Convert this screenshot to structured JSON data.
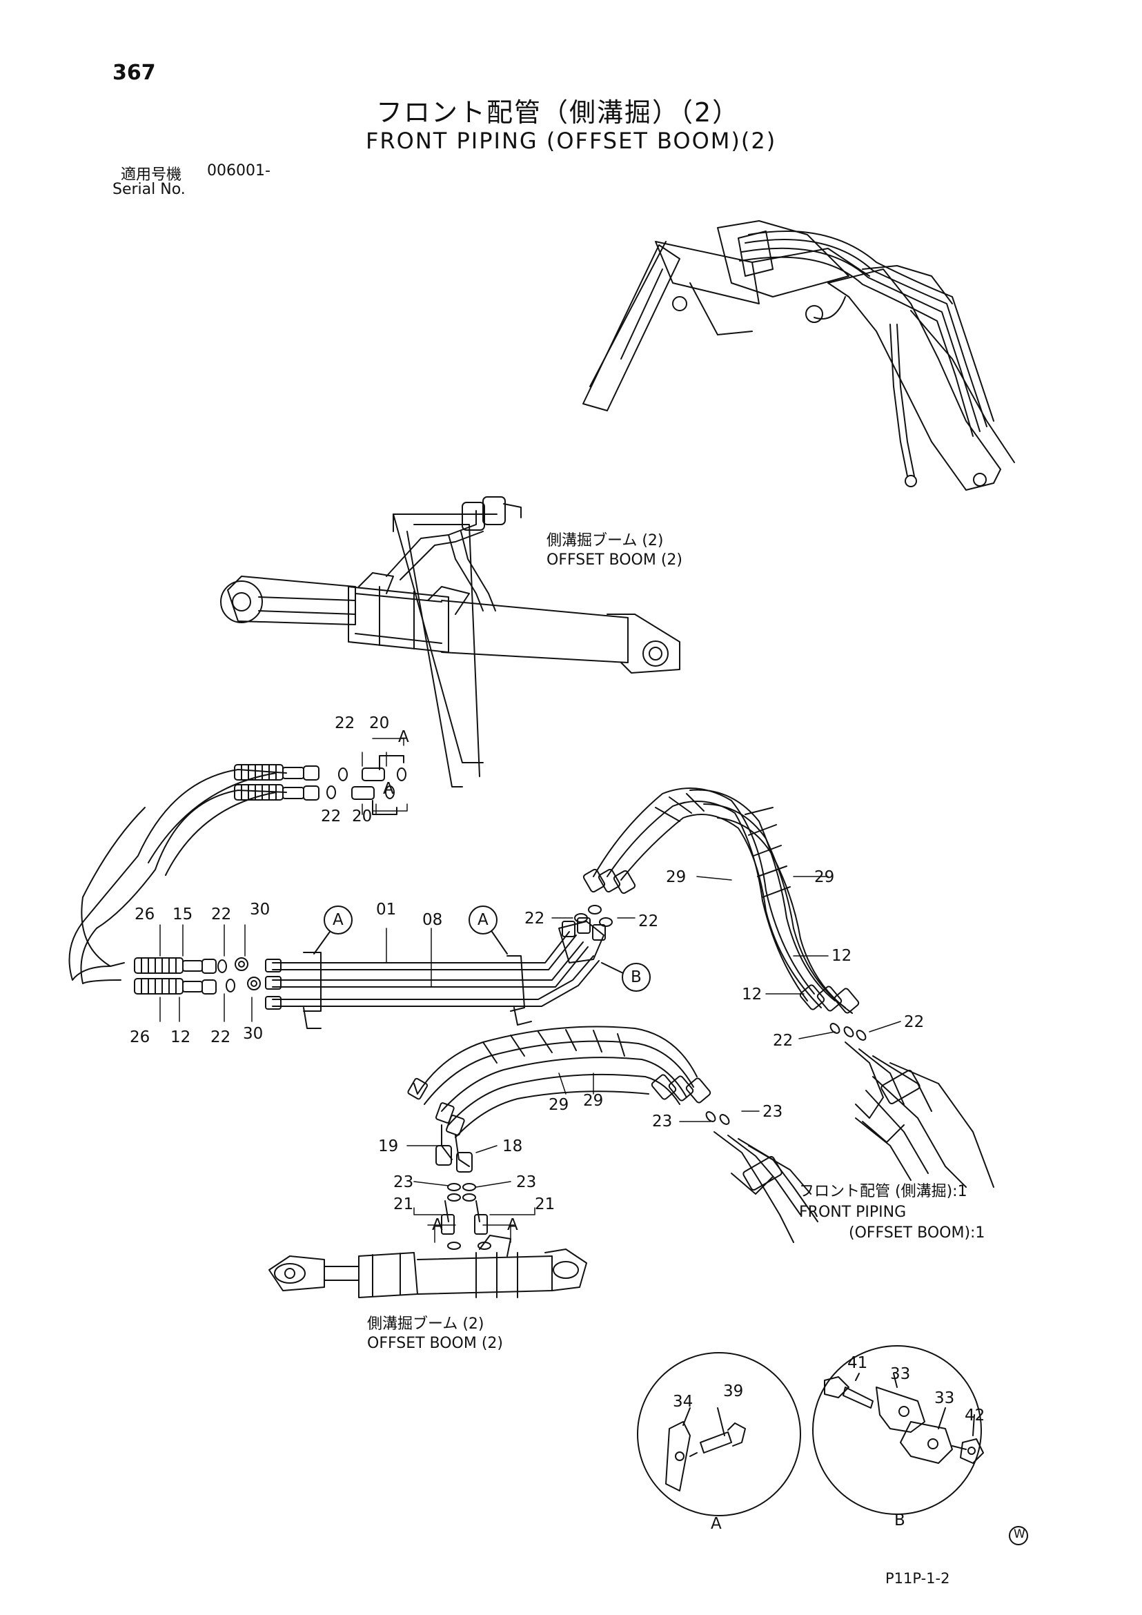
{
  "page": {
    "number": "367",
    "title_ja": "フロント配管（側溝掘）（2）",
    "title_en": "FRONT PIPING (OFFSET BOOM)(2)",
    "serial_label_ja": "適用号機",
    "serial_label_en": "Serial No.",
    "serial_value": "006001-",
    "code": "P11P-1-2",
    "w_mark": "W"
  },
  "captions": {
    "offset_boom_upper_ja": "側溝掘ブーム (2)",
    "offset_boom_upper_en": "OFFSET BOOM (2)",
    "offset_boom_lower_ja": "側溝掘ブーム (2)",
    "offset_boom_lower_en": "OFFSET BOOM (2)",
    "front_piping_ja": "フロント配管 (側溝掘):1",
    "front_piping_en_1": "FRONT PIPING",
    "front_piping_en_2": "(OFFSET BOOM):1"
  },
  "detail_labels": {
    "a": "A",
    "b": "B"
  },
  "part_numbers": [
    "22",
    "20",
    "A",
    "22",
    "20",
    "A",
    "26",
    "15",
    "22",
    "30",
    "01",
    "08",
    "22",
    "22",
    "26",
    "12",
    "22",
    "30",
    "29",
    "29",
    "12",
    "12",
    "22",
    "22",
    "29",
    "29",
    "23",
    "23",
    "19",
    "18",
    "23",
    "23",
    "21",
    "21",
    "A",
    "A",
    "34",
    "39",
    "41",
    "33",
    "33",
    "42"
  ]
}
